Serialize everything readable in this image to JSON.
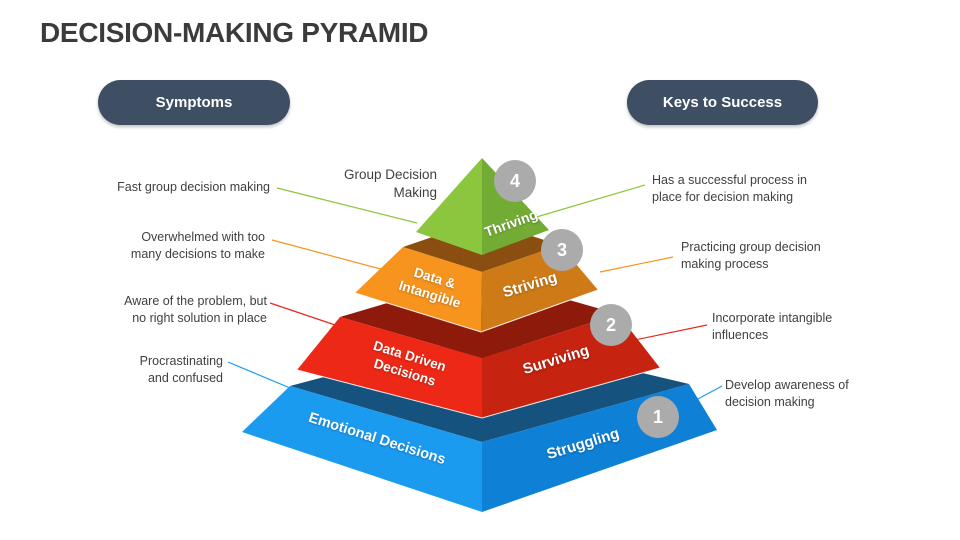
{
  "slide": {
    "title": "DECISION-MAKING PYRAMID"
  },
  "pills": {
    "symptoms": "Symptoms",
    "keys": "Keys to Success"
  },
  "pyramid": {
    "apex_label": "Group Decision\nMaking",
    "levels": [
      {
        "number": "4",
        "stage": "Thriving",
        "symptom": "Fast group decision making",
        "key": "Has a successful process in\nplace for decision making"
      },
      {
        "number": "3",
        "category": "Data &\nIntangible",
        "stage": "Striving",
        "symptom": "Overwhelmed with too\nmany decisions to make",
        "key": "Practicing group decision\nmaking process"
      },
      {
        "number": "2",
        "category": "Data Driven\nDecisions",
        "stage": "Surviving",
        "symptom": "Aware of the problem, but\nno right solution in place",
        "key": "Incorporate intangible\ninfluences"
      },
      {
        "number": "1",
        "category": "Emotional Decisions",
        "stage": "Struggling",
        "symptom": "Procrastinating\nand confused",
        "key": "Develop awareness of\ndecision making"
      }
    ]
  },
  "colors": {
    "title_text": "#3B3B3B",
    "label_text": "#404040",
    "pill_bg": "#3E4E63",
    "badge_bg": "#ABABAB",
    "green_light": "#8CC63F",
    "green_dark": "#72AC35",
    "orange_light": "#F7941E",
    "orange_dark": "#CE7B17",
    "orange_top": "#8A4E10",
    "red_light": "#EE2816",
    "red_dark": "#C62310",
    "red_top": "#8E1A0C",
    "blue_light": "#1B9BF0",
    "blue_dark": "#0E81D6",
    "blue_top": "#15527E",
    "line_green": "#8CC63F",
    "line_orange": "#F7941E",
    "line_red": "#E8291C",
    "line_blue": "#1E9BF0",
    "seam": "#FFFFFF"
  }
}
